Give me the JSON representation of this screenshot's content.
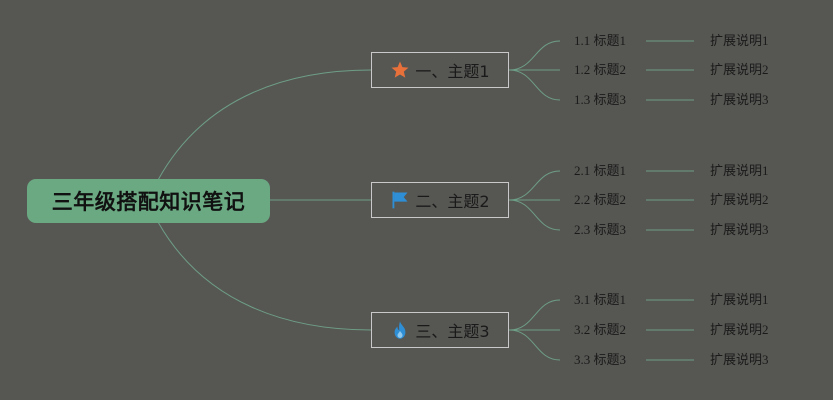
{
  "root": {
    "label": "三年级搭配知识笔记"
  },
  "colors": {
    "background": "#565753",
    "root_fill": "#6aa982",
    "connector": "#6e9e86",
    "topic_border": "#c9c9c9",
    "star": "#e8703a",
    "flag": "#2e8fd6",
    "fire": "#2e8fd6"
  },
  "topics": [
    {
      "icon": "star-icon",
      "label": "一、主题1",
      "subtopics": [
        {
          "label": "1.1 标题1",
          "note": "扩展说明1"
        },
        {
          "label": "1.2 标题2",
          "note": "扩展说明2"
        },
        {
          "label": "1.3 标题3",
          "note": "扩展说明3"
        }
      ]
    },
    {
      "icon": "flag-icon",
      "label": "二、主题2",
      "subtopics": [
        {
          "label": "2.1 标题1",
          "note": "扩展说明1"
        },
        {
          "label": "2.2 标题2",
          "note": "扩展说明2"
        },
        {
          "label": "2.3 标题3",
          "note": "扩展说明3"
        }
      ]
    },
    {
      "icon": "fire-icon",
      "label": "三、主题3",
      "subtopics": [
        {
          "label": "3.1 标题1",
          "note": "扩展说明1"
        },
        {
          "label": "3.2 标题2",
          "note": "扩展说明2"
        },
        {
          "label": "3.3 标题3",
          "note": "扩展说明3"
        }
      ]
    }
  ]
}
